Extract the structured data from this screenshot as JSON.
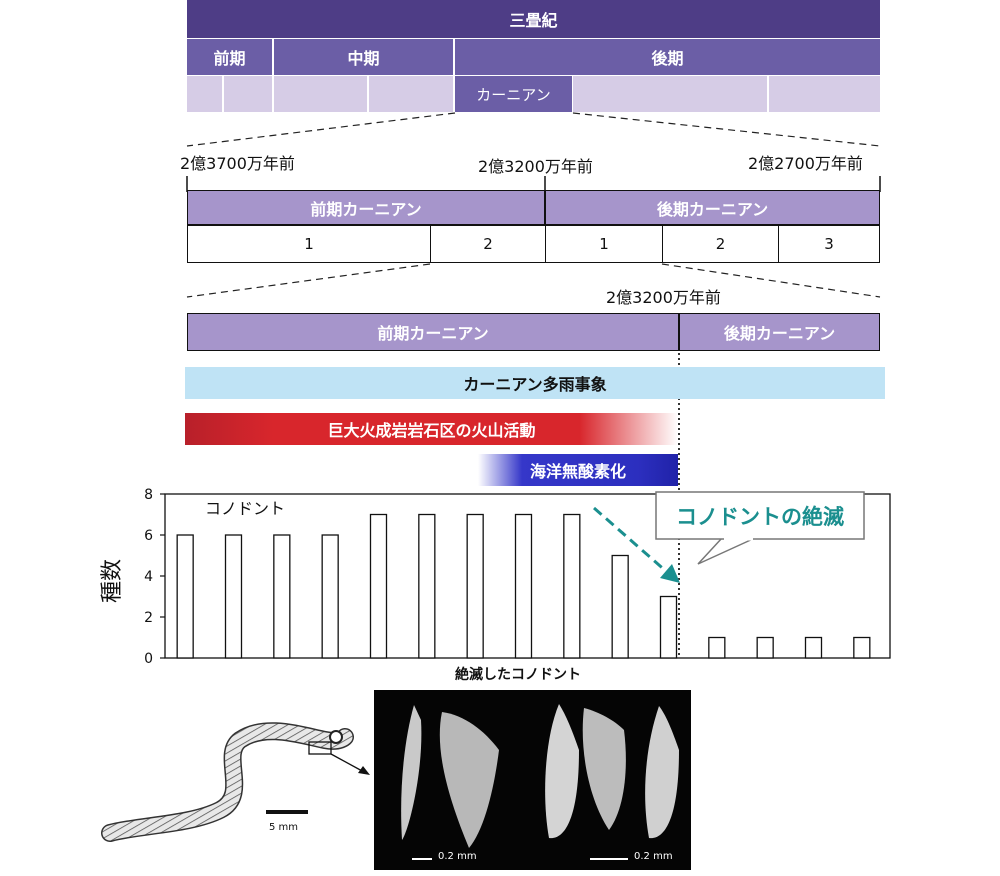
{
  "timescale": {
    "period": "三畳紀",
    "epochs": [
      "前期",
      "中期",
      "後期"
    ],
    "stage_highlight": "カーニアン"
  },
  "detail1": {
    "time_labels": [
      "2億3700万年前",
      "2億3200万年前",
      "2億2700万年前"
    ],
    "substages": [
      "前期カーニアン",
      "後期カーニアン"
    ],
    "zones": [
      "1",
      "2",
      "1",
      "2",
      "3"
    ]
  },
  "detail2": {
    "time_label": "2億3200万年前",
    "substages": [
      "前期カーニアン",
      "後期カーニアン"
    ]
  },
  "events": {
    "rain_event": "カーニアン多雨事象",
    "volcanism": "巨大火成岩岩石区の火山活動",
    "anoxia": "海洋無酸素化"
  },
  "colors": {
    "period_header": "#4e3d86",
    "epoch_header": "#6b5ea6",
    "stage_row": "#d6cce6",
    "substage": "#a695cb",
    "rain_band": "#bfe3f5",
    "volcanism_band": "#d8262c",
    "anoxia_band": "#2c2fbf",
    "extinction_arrow": "#1b8f8f"
  },
  "chart_data": {
    "type": "bar",
    "series_label": "コノドント",
    "ylabel": "種数",
    "xlabel": "絶滅したコノドント",
    "ylim": [
      0,
      8
    ],
    "yticks": [
      0,
      2,
      4,
      6,
      8
    ],
    "values": [
      6,
      6,
      6,
      6,
      7,
      7,
      7,
      7,
      7,
      5,
      3,
      1,
      1,
      1,
      1
    ],
    "callout": "コノドントの絶滅"
  },
  "figure": {
    "scale_main": "5 mm",
    "scale_sem_left": "0.2 mm",
    "scale_sem_right": "0.2 mm"
  }
}
